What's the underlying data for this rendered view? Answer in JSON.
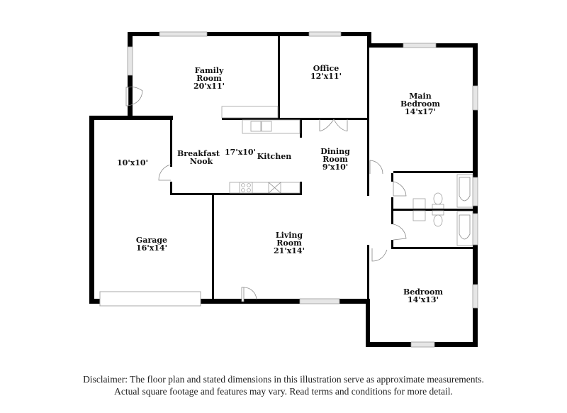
{
  "floor_plan": {
    "rooms": [
      {
        "id": "family-room",
        "name_lines": [
          "Family",
          "Room"
        ],
        "dimensions": "20'x11'"
      },
      {
        "id": "office",
        "name_lines": [
          "Office"
        ],
        "dimensions": "12'x11'"
      },
      {
        "id": "main-bedroom",
        "name_lines": [
          "Main",
          "Bedroom"
        ],
        "dimensions": "14'x17'"
      },
      {
        "id": "breakfast-nook",
        "name_lines": [
          "Breakfast",
          "Nook"
        ],
        "dimensions": "17'x10'"
      },
      {
        "id": "kitchen",
        "name_lines": [
          "Kitchen"
        ],
        "dimensions": ""
      },
      {
        "id": "dining-room",
        "name_lines": [
          "Dining",
          "Room"
        ],
        "dimensions": "9'x10'"
      },
      {
        "id": "storage-room",
        "name_lines": [],
        "dimensions": "10'x10'"
      },
      {
        "id": "garage",
        "name_lines": [
          "Garage"
        ],
        "dimensions": "16'x14'"
      },
      {
        "id": "living-room",
        "name_lines": [
          "Living",
          "Room"
        ],
        "dimensions": "21'x14'"
      },
      {
        "id": "bedroom",
        "name_lines": [
          "Bedroom"
        ],
        "dimensions": "14'x13'"
      }
    ]
  },
  "labels": {
    "family_room_1": "Family",
    "family_room_2": "Room",
    "family_room_dim": "20'x11'",
    "office_1": "Office",
    "office_dim": "12'x11'",
    "main_bedroom_1": "Main",
    "main_bedroom_2": "Bedroom",
    "main_bedroom_dim": "14'x17'",
    "breakfast_1": "Breakfast",
    "breakfast_2": "Nook",
    "kitchen_dim": "17'x10'",
    "kitchen": "Kitchen",
    "dining_1": "Dining",
    "dining_2": "Room",
    "dining_dim": "9'x10'",
    "storage_dim": "10'x10'",
    "garage": "Garage",
    "garage_dim": "16'x14'",
    "living_1": "Living",
    "living_2": "Room",
    "living_dim": "21'x14'",
    "bedroom": "Bedroom",
    "bedroom_dim": "14'x13'"
  },
  "disclaimer": {
    "line1": "Disclaimer: The floor plan and stated dimensions in this illustration serve as approximate measurements.",
    "line2": "Actual square footage and features may vary. Read terms and conditions for more detail."
  }
}
